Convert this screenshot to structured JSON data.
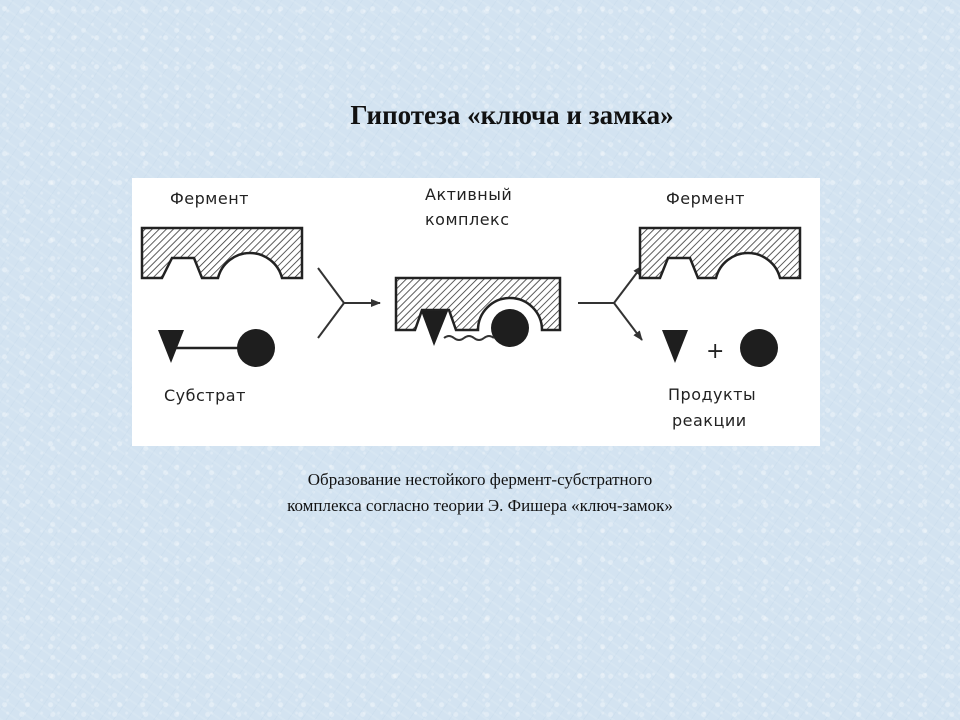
{
  "slide": {
    "title": "Гипотеза «ключа и замка»",
    "caption_lines": [
      "Образование нестойкого фермент-субстратного",
      "комплекса согласно теории Э. Фишера «ключ-замок»"
    ]
  },
  "diagram": {
    "labels": {
      "enzyme_left": "Фермент",
      "active_complex_line1": "Активный",
      "active_complex_line2": "комплекс",
      "enzyme_right": "Фермент",
      "substrate": "Субстрат",
      "products_line1": "Продукты",
      "products_line2": "реакции",
      "plus": "+"
    }
  }
}
